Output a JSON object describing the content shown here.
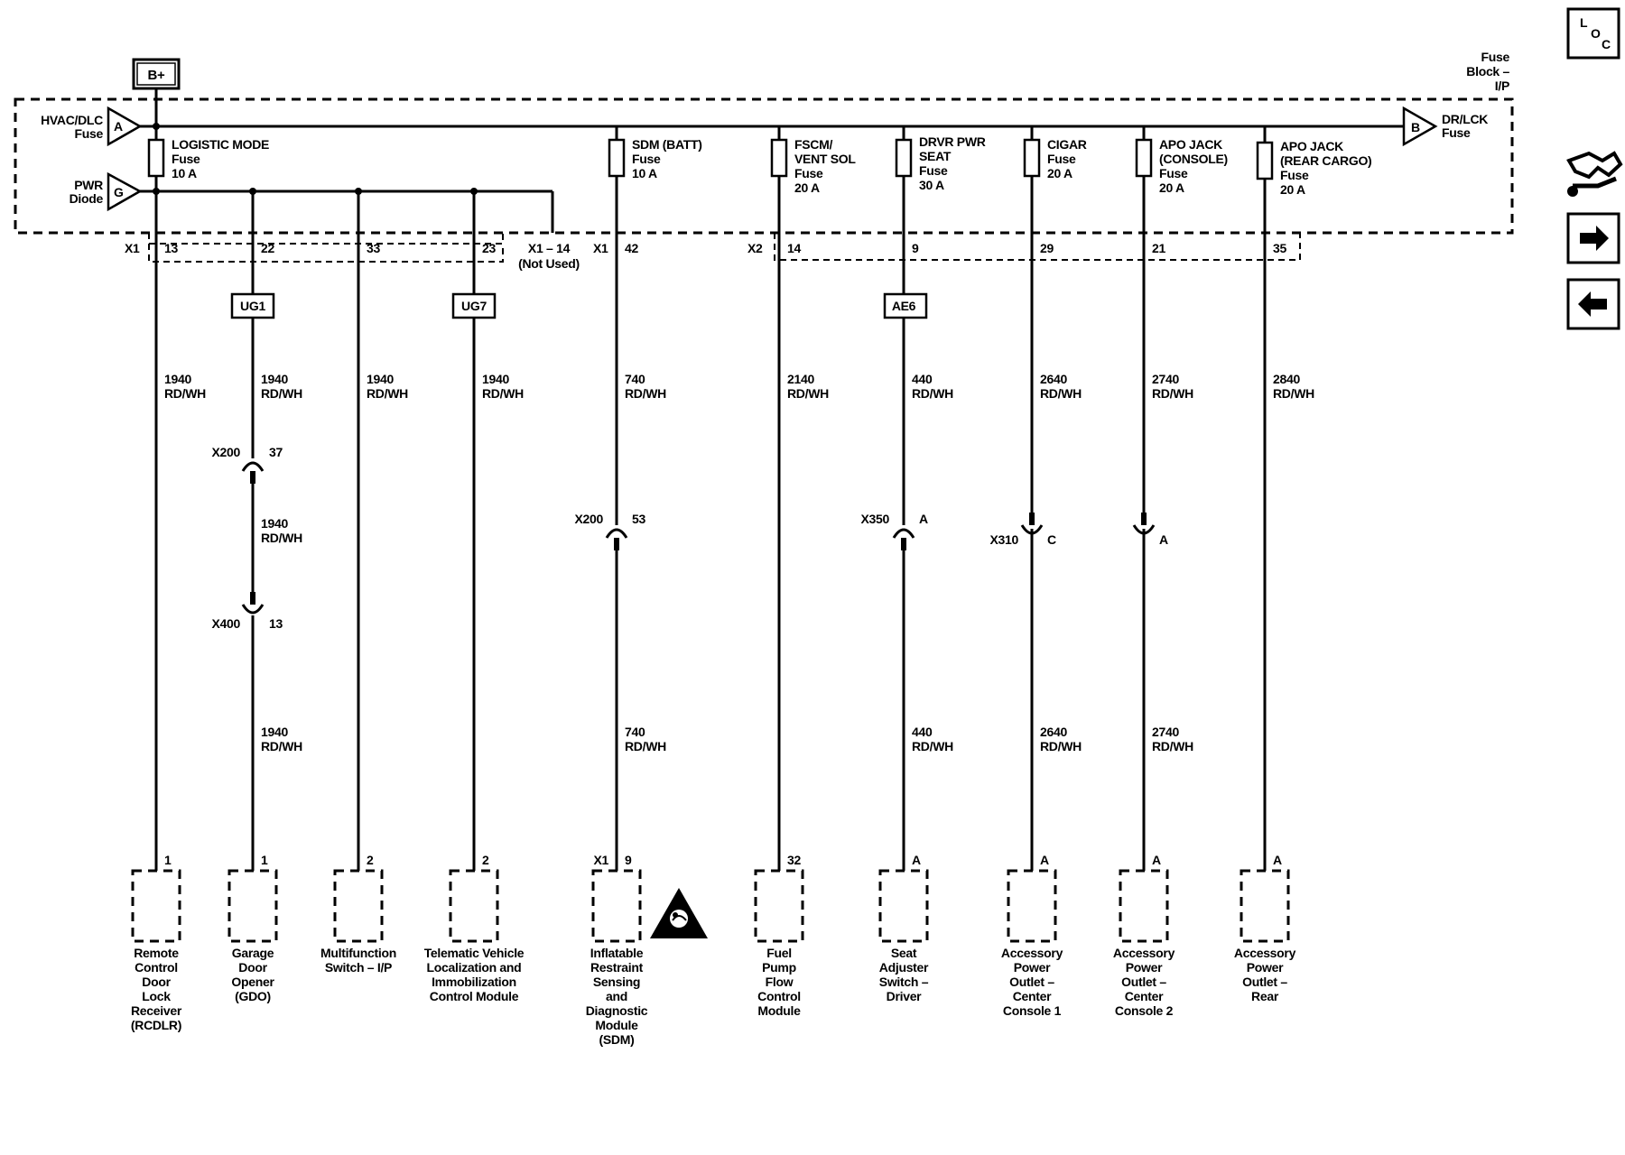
{
  "power_source": "B+",
  "fuse_block": [
    "Fuse",
    "Block –",
    "I/P"
  ],
  "left_inputs": [
    {
      "id": "hvac",
      "lines": [
        "HVAC/DLC",
        "Fuse"
      ],
      "letter": "A"
    },
    {
      "id": "pwr",
      "lines": [
        "PWR",
        "Diode"
      ],
      "letter": "G"
    }
  ],
  "right_output": {
    "lines": [
      "DR/LCK",
      "Fuse"
    ],
    "letter": "B"
  },
  "fuses": [
    {
      "id": "logistic",
      "lines": [
        "LOGISTIC MODE",
        "Fuse",
        "10 A"
      ]
    },
    {
      "id": "sdm",
      "lines": [
        "SDM (BATT)",
        "Fuse",
        "10 A"
      ]
    },
    {
      "id": "fscm",
      "lines": [
        "FSCM/",
        "VENT SOL",
        "Fuse",
        "20 A"
      ]
    },
    {
      "id": "drvr",
      "lines": [
        "DRVR PWR",
        "SEAT",
        "Fuse",
        "30 A"
      ]
    },
    {
      "id": "cigar",
      "lines": [
        "CIGAR",
        "Fuse",
        "20 A"
      ]
    },
    {
      "id": "apo_console",
      "lines": [
        "APO JACK",
        "(CONSOLE)",
        "Fuse",
        "20 A"
      ]
    },
    {
      "id": "apo_rear",
      "lines": [
        "APO JACK",
        "(REAR CARGO)",
        "Fuse",
        "20 A"
      ]
    }
  ],
  "connector_labels": {
    "x1_a": "X1",
    "x1_b": "X1",
    "x2": "X2",
    "not_used": [
      "X1 – 14",
      "(Not Used)"
    ]
  },
  "block_pins": [
    "13",
    "22",
    "33",
    "23",
    "42",
    "14",
    "9",
    "29",
    "21",
    "35"
  ],
  "option_codes": [
    "UG1",
    "UG7",
    "AE6"
  ],
  "circuits": [
    {
      "id": "c1",
      "upper": [
        "1940",
        "RD/WH"
      ]
    },
    {
      "id": "c2",
      "upper": [
        "1940",
        "RD/WH"
      ],
      "mid": [
        "1940",
        "RD/WH"
      ],
      "lower": [
        "1940",
        "RD/WH"
      ]
    },
    {
      "id": "c3",
      "upper": [
        "1940",
        "RD/WH"
      ]
    },
    {
      "id": "c4",
      "upper": [
        "1940",
        "RD/WH"
      ]
    },
    {
      "id": "c5",
      "upper": [
        "740",
        "RD/WH"
      ],
      "lower": [
        "740",
        "RD/WH"
      ]
    },
    {
      "id": "c6",
      "upper": [
        "2140",
        "RD/WH"
      ]
    },
    {
      "id": "c7",
      "upper": [
        "440",
        "RD/WH"
      ],
      "lower": [
        "440",
        "RD/WH"
      ]
    },
    {
      "id": "c8",
      "upper": [
        "2640",
        "RD/WH"
      ],
      "lower": [
        "2640",
        "RD/WH"
      ]
    },
    {
      "id": "c9",
      "upper": [
        "2740",
        "RD/WH"
      ],
      "lower": [
        "2740",
        "RD/WH"
      ]
    },
    {
      "id": "c10",
      "upper": [
        "2840",
        "RD/WH"
      ]
    }
  ],
  "inline_connectors": [
    {
      "id": "x200a",
      "name": "X200",
      "pin": "37"
    },
    {
      "id": "x400",
      "name": "X400",
      "pin": "13"
    },
    {
      "id": "x200b",
      "name": "X200",
      "pin": "53"
    },
    {
      "id": "x350",
      "name": "X350",
      "pin": "A"
    },
    {
      "id": "x310",
      "name": "X310",
      "pin": "C"
    },
    {
      "id": "x_none",
      "name": "",
      "pin": "A"
    }
  ],
  "component_pins": [
    "1",
    "1",
    "2",
    "2",
    "9",
    "32",
    "A",
    "A",
    "A",
    "A"
  ],
  "component_pin_prefix": "X1",
  "components": [
    {
      "id": "rcdlr",
      "lines": [
        "Remote",
        "Control",
        "Door",
        "Lock",
        "Receiver",
        "(RCDLR)"
      ]
    },
    {
      "id": "gdo",
      "lines": [
        "Garage",
        "Door",
        "Opener",
        "(GDO)"
      ]
    },
    {
      "id": "mfs",
      "lines": [
        "Multifunction",
        "Switch – I/P"
      ]
    },
    {
      "id": "tvlim",
      "lines": [
        "Telematic Vehicle",
        "Localization and",
        "Immobilization",
        "Control Module"
      ]
    },
    {
      "id": "sdm_mod",
      "lines": [
        "Inflatable",
        "Restraint",
        "Sensing",
        "and",
        "Diagnostic",
        "Module",
        "(SDM)"
      ]
    },
    {
      "id": "fpfcm",
      "lines": [
        "Fuel",
        "Pump",
        "Flow",
        "Control",
        "Module"
      ]
    },
    {
      "id": "seat",
      "lines": [
        "Seat",
        "Adjuster",
        "Switch –",
        "Driver"
      ]
    },
    {
      "id": "apo1",
      "lines": [
        "Accessory",
        "Power",
        "Outlet –",
        "Center",
        "Console 1"
      ]
    },
    {
      "id": "apo2",
      "lines": [
        "Accessory",
        "Power",
        "Outlet –",
        "Center",
        "Console 2"
      ]
    },
    {
      "id": "apo3",
      "lines": [
        "Accessory",
        "Power",
        "Outlet –",
        "Rear"
      ]
    }
  ],
  "nav": {
    "loc": [
      "L",
      "O",
      "C"
    ],
    "icons": [
      "loc-icon",
      "handshake-wrench-icon",
      "arrow-right-icon",
      "arrow-left-icon"
    ]
  }
}
